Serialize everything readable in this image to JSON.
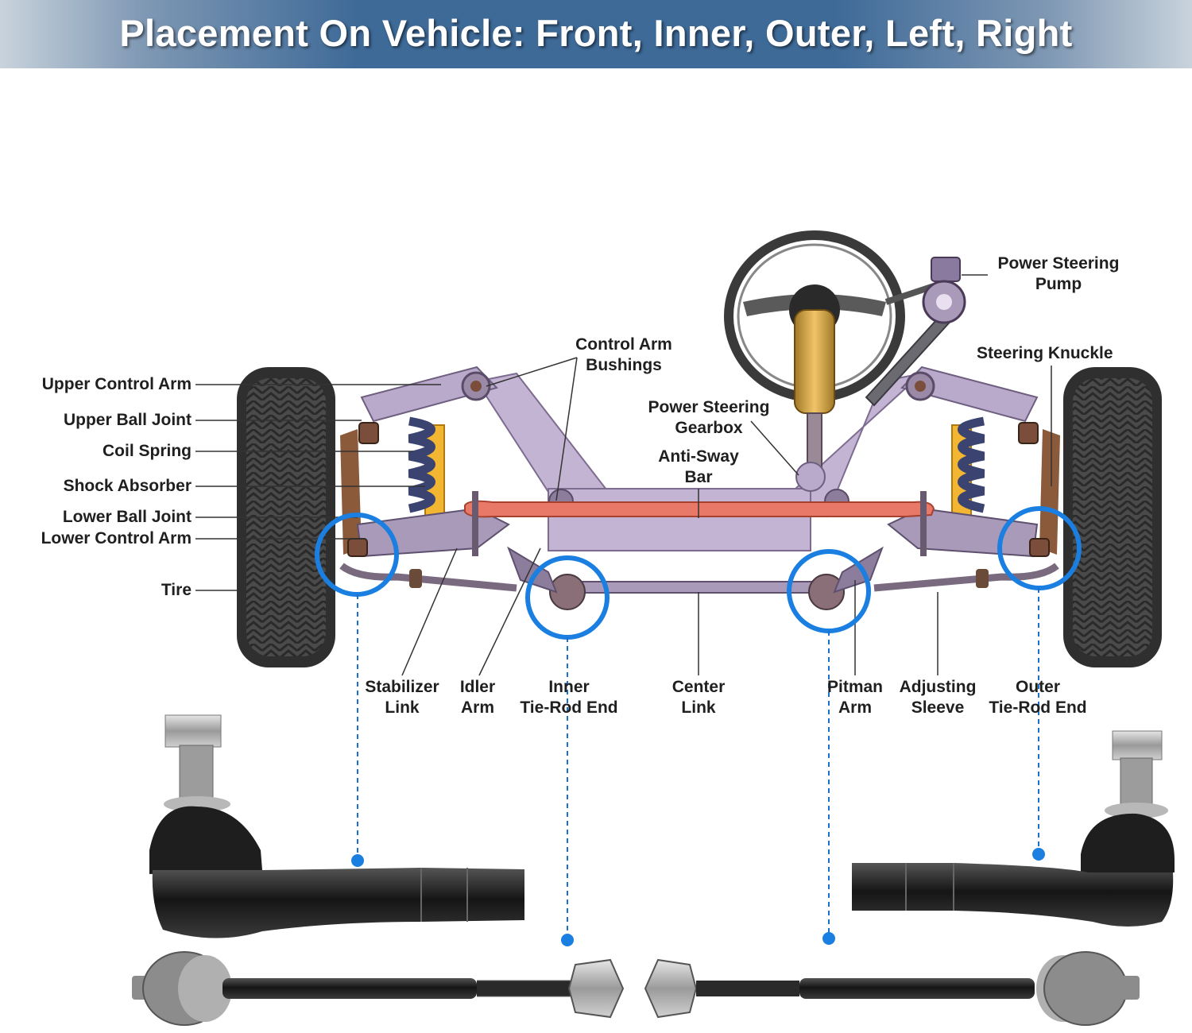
{
  "banner": {
    "title": "Placement On Vehicle: Front, Inner, Outer, Left, Right",
    "accent_color": "#3e6a98"
  },
  "highlight_color": "#1a7fe0",
  "labels_left": [
    "Upper Control Arm",
    "Upper Ball Joint",
    "Coil Spring",
    "Shock Absorber",
    "Lower Ball Joint",
    "Lower Control Arm",
    "Tire"
  ],
  "labels_top": {
    "control_arm_bushings": [
      "Control Arm",
      "Bushings"
    ],
    "power_steering_gearbox": [
      "Power Steering",
      "Gearbox"
    ],
    "anti_sway_bar": [
      "Anti-Sway",
      "Bar"
    ],
    "power_steering_pump": [
      "Power Steering",
      "Pump"
    ],
    "steering_knuckle": "Steering Knuckle"
  },
  "labels_bottom": {
    "stabilizer_link": [
      "Stabilizer",
      "Link"
    ],
    "idler_arm": [
      "Idler",
      "Arm"
    ],
    "inner_tie_rod_end": [
      "Inner",
      "Tie-Rod End"
    ],
    "center_link": [
      "Center",
      "Link"
    ],
    "pitman_arm": [
      "Pitman",
      "Arm"
    ],
    "adjusting_sleeve": [
      "Adjusting",
      "Sleeve"
    ],
    "outer_tie_rod_end": [
      "Outer",
      "Tie-Rod End"
    ]
  }
}
